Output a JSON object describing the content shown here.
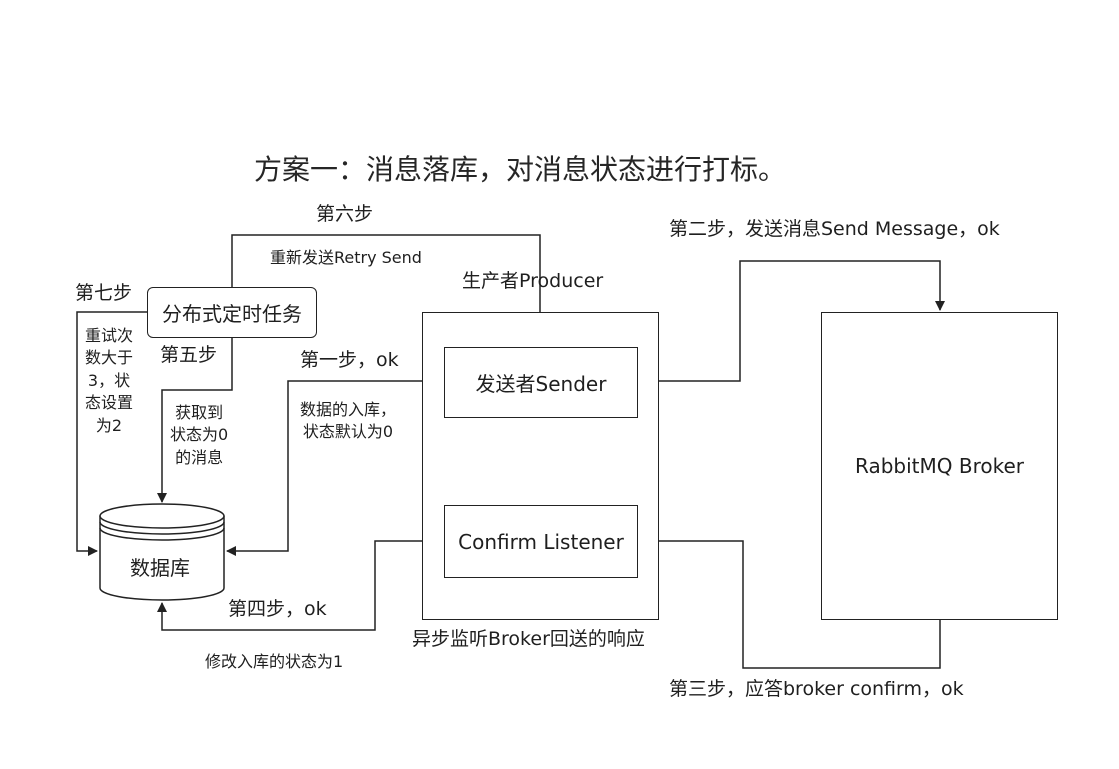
{
  "title": "方案一：消息落库，对消息状态进行打标。",
  "nodes": {
    "producer_label": "生产者Producer",
    "sender": "发送者Sender",
    "confirm_listener": "Confirm Listener",
    "broker": "RabbitMQ Broker",
    "task": "分布式定时任务",
    "database": "数据库"
  },
  "steps": {
    "step1": "第一步，ok",
    "step1_note": "数据的入库，\n状态默认为0",
    "step2": "第二步，发送消息Send Message，ok",
    "step3": "第三步，应答broker confirm，ok",
    "step4": "第四步，ok",
    "step4_note": "修改入库的状态为1",
    "step5": "第五步",
    "step5_note": "获取到\n状态为0\n的消息",
    "step6": "第六步",
    "step6_note": "重新发送Retry Send",
    "step7": "第七步",
    "step7_note": "重试次\n数大于\n3，状\n态设置\n为2",
    "async_note": "异步监听Broker回送的响应"
  }
}
